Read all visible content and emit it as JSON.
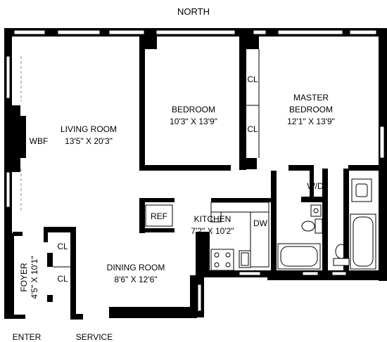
{
  "compass": {
    "north": "NORTH"
  },
  "rooms": {
    "living_room": {
      "name": "LIVING ROOM",
      "dims": "13'5\" X 20'3\""
    },
    "bedroom": {
      "name": "BEDROOM",
      "dims": "10'3\" X 13'9\""
    },
    "master_bedroom": {
      "name_line1": "MASTER",
      "name_line2": "BEDROOM",
      "dims": "12'1\" X 13'9\""
    },
    "kitchen": {
      "name": "KITCHEN",
      "dims": "7'2\" X 10'2\""
    },
    "dining_room": {
      "name": "DINING ROOM",
      "dims": "8'6\" X 12'6\""
    },
    "foyer": {
      "name": "FOYER",
      "dims": "4'5\" X 10'1\""
    }
  },
  "fixtures": {
    "wbf": "WBF",
    "ref": "REF",
    "dw": "DW",
    "wd": "W/D",
    "closet": "CL"
  },
  "entrances": {
    "enter": "ENTER",
    "service": "SERVICE"
  }
}
